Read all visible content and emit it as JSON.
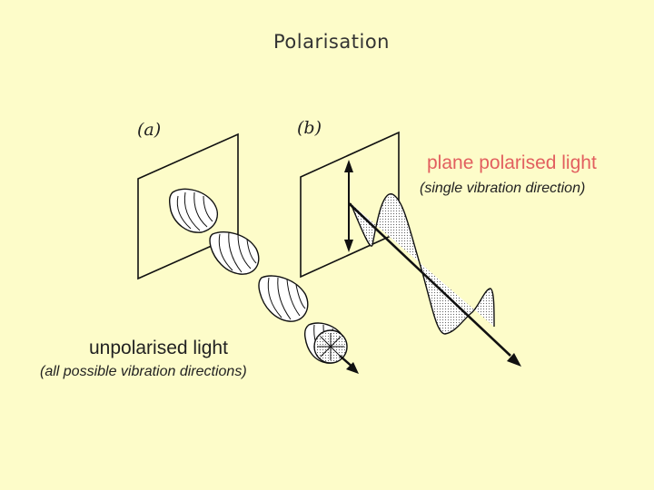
{
  "slide": {
    "title": "Polarisation",
    "panel_a_label": "(a)",
    "panel_b_label": "(b)",
    "plane_polarised": {
      "title": "plane polarised light",
      "subtitle": "(single vibration direction)"
    },
    "unpolarised": {
      "title": "unpolarised light",
      "subtitle": "(all possible vibration directions)"
    }
  },
  "colors": {
    "background": "#fdfcc9",
    "accent_red": "#e25f5f",
    "ink": "#222222"
  }
}
